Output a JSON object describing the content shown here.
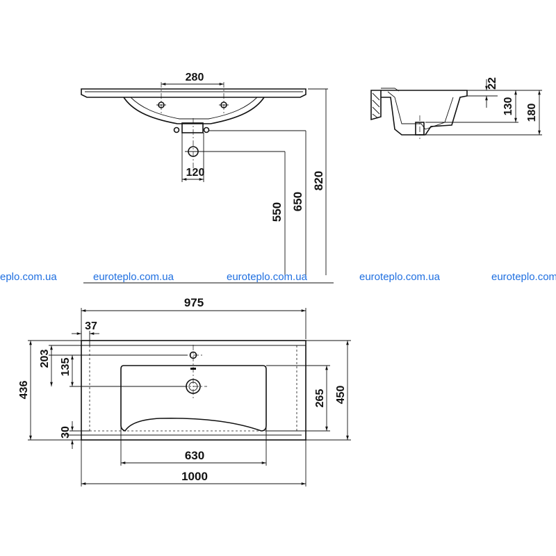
{
  "watermark": {
    "texts": [
      "eplo.com.ua",
      "euroteplo.com.ua",
      "euroteplo.com.ua",
      "euroteplo.com.ua",
      "euroteplo.com.ua"
    ],
    "color": "#1f6fe0"
  },
  "front_view": {
    "dim_taps": "280",
    "dim_waste": "120",
    "dim_550": "550",
    "dim_650": "650",
    "dim_820": "820"
  },
  "side_view": {
    "dim_22": "22",
    "dim_130": "130",
    "dim_180": "180"
  },
  "top_view": {
    "dim_975": "975",
    "dim_37": "37",
    "dim_203": "203",
    "dim_135": "135",
    "dim_436": "436",
    "dim_30": "30",
    "dim_265": "265",
    "dim_450": "450",
    "dim_630": "630",
    "dim_1000": "1000"
  }
}
